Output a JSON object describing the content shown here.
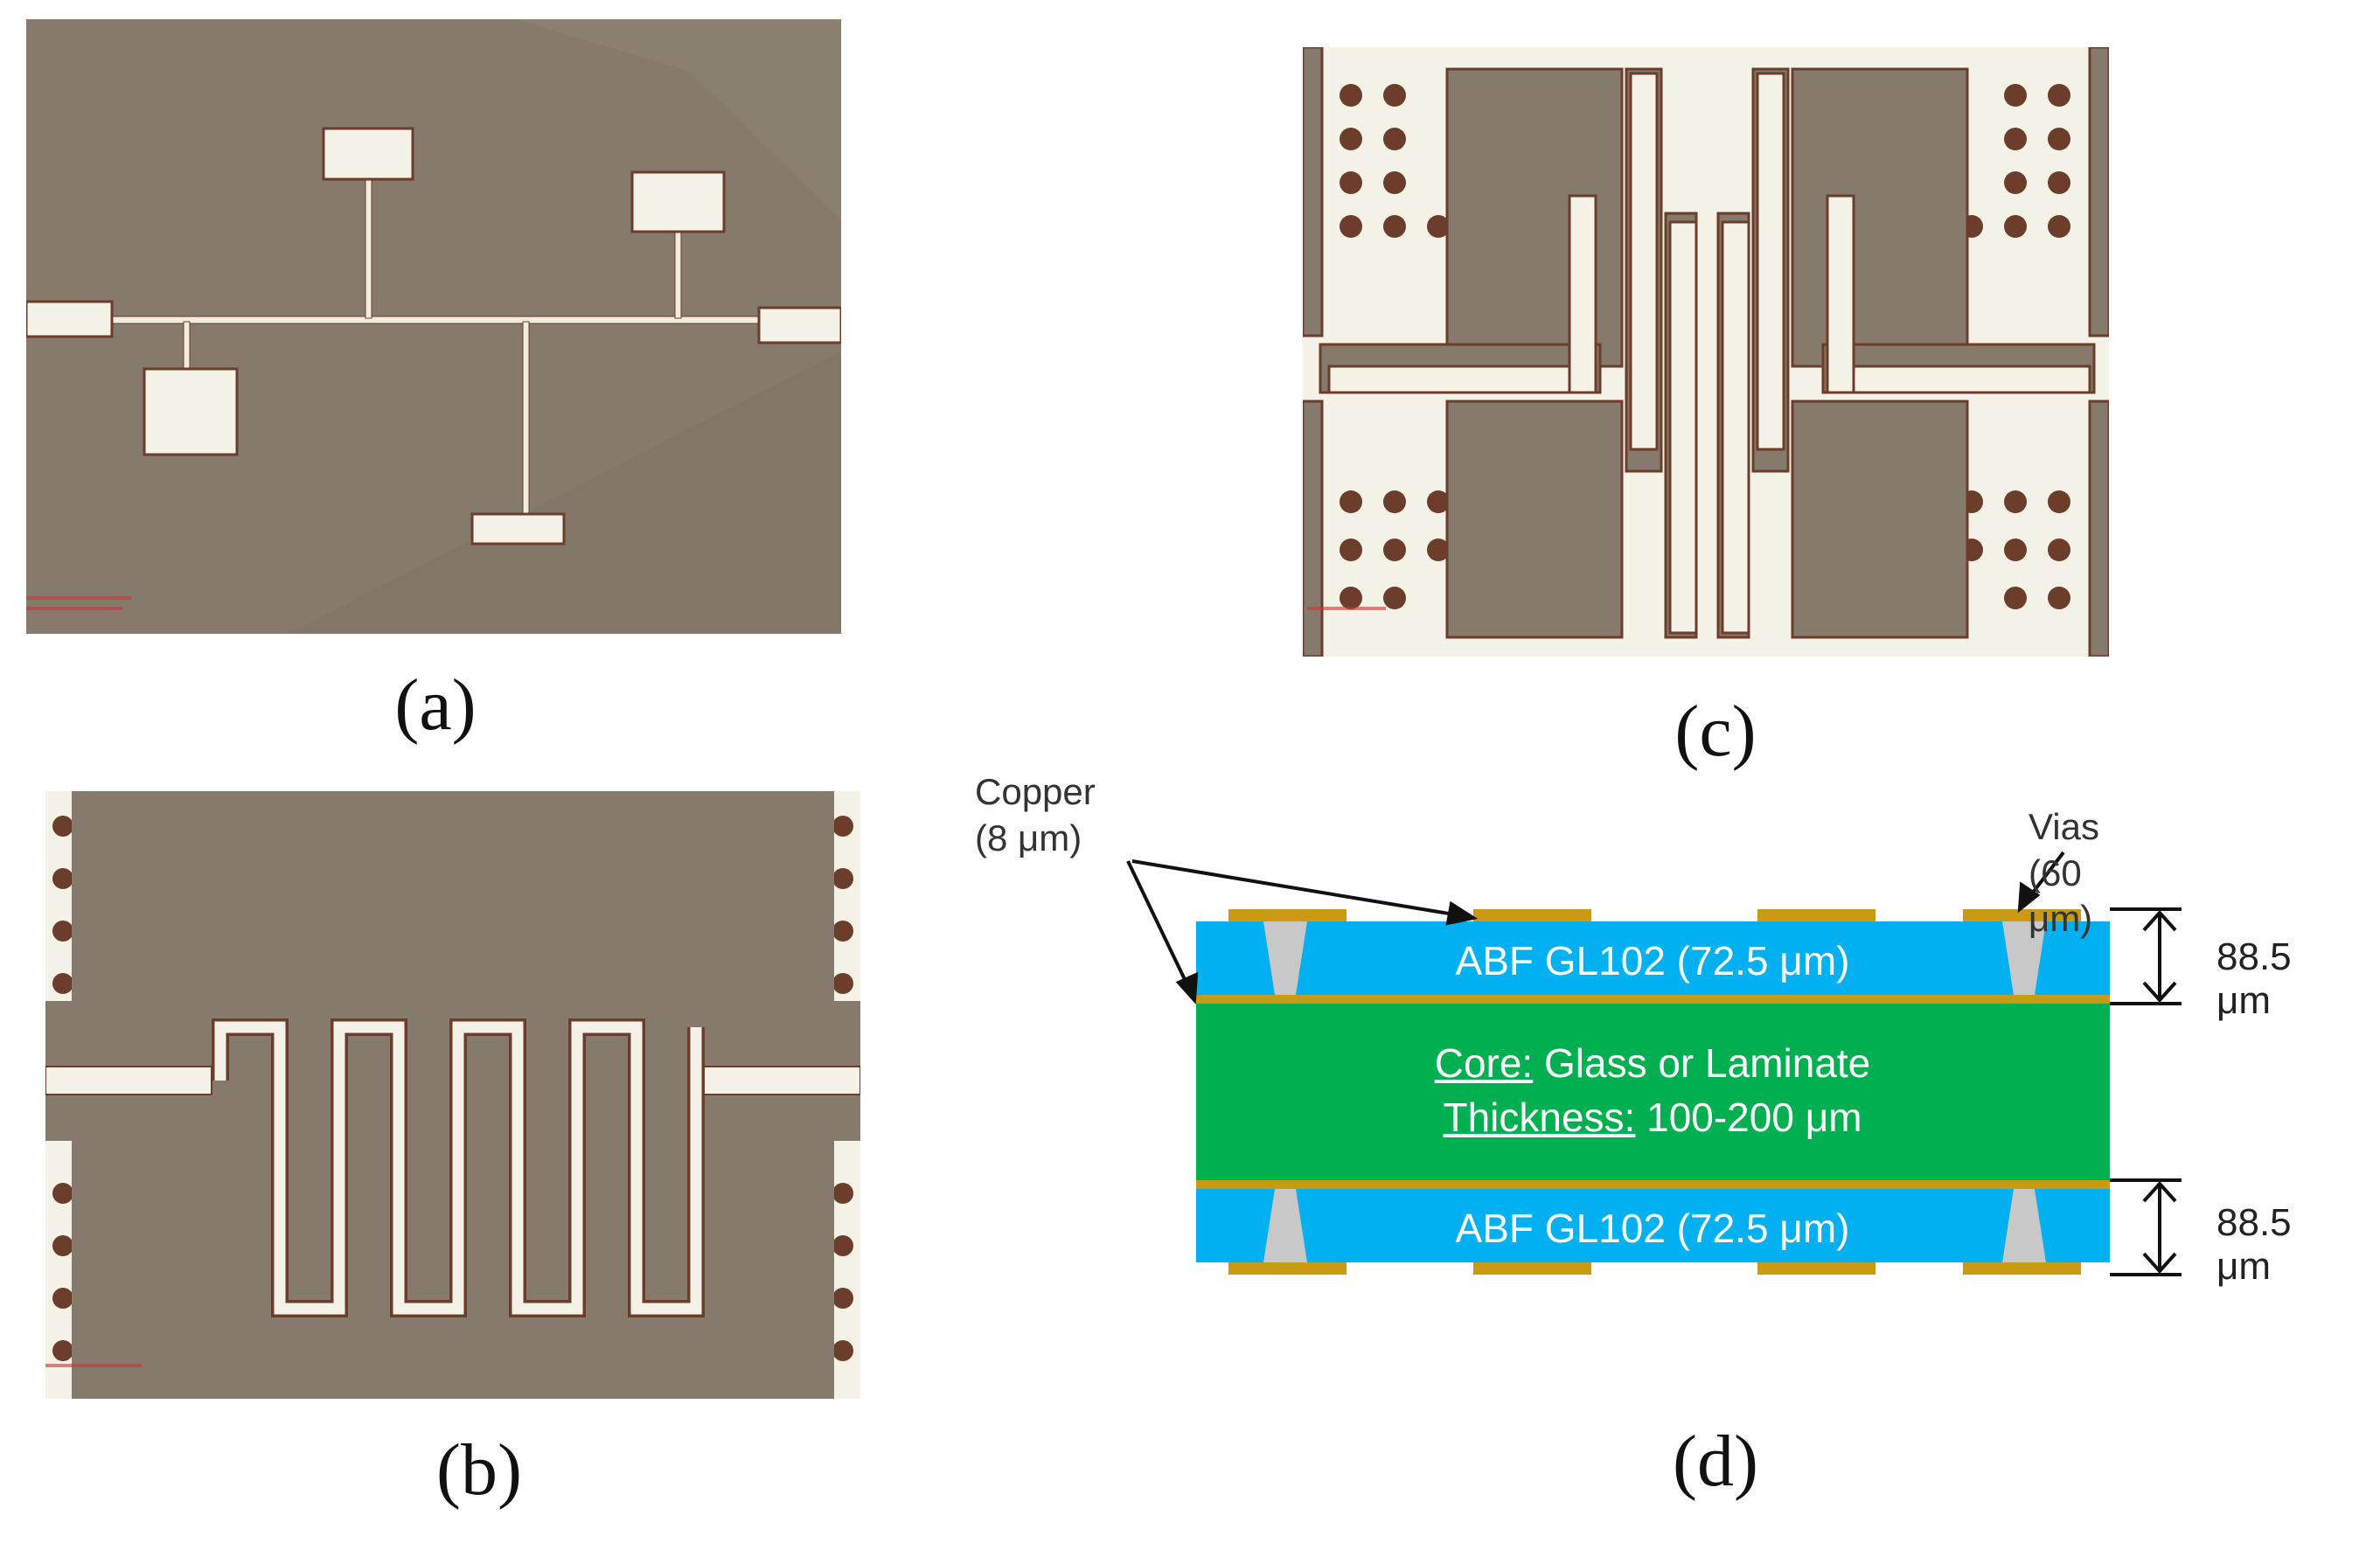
{
  "panels": {
    "a": {
      "caption": "(a)"
    },
    "b": {
      "caption": "(b)"
    },
    "c": {
      "caption": "(c)"
    },
    "d": {
      "caption": "(d)",
      "labels": {
        "copper": "Copper\n(8 μm)",
        "vias": "Vias (60 μm)",
        "top_layer": "ABF GL102 (72.5 μm)",
        "core_prefix": "Core:",
        "core_value": " Glass or Laminate",
        "thickness_prefix": "Thickness:",
        "thickness_value": " 100-200 μm",
        "bottom_layer": "ABF GL102 (72.5 μm)",
        "top_dim": "88.5 μm",
        "bottom_dim": "88.5 μm"
      },
      "colors": {
        "abf": "#00b0f0",
        "core": "#00b050",
        "copper": "#c89b12",
        "via": "#c8c8c8"
      }
    }
  },
  "colors": {
    "substrate": "#857a6c",
    "metal": "#f4f1e6",
    "edge": "#6b3d2a"
  }
}
